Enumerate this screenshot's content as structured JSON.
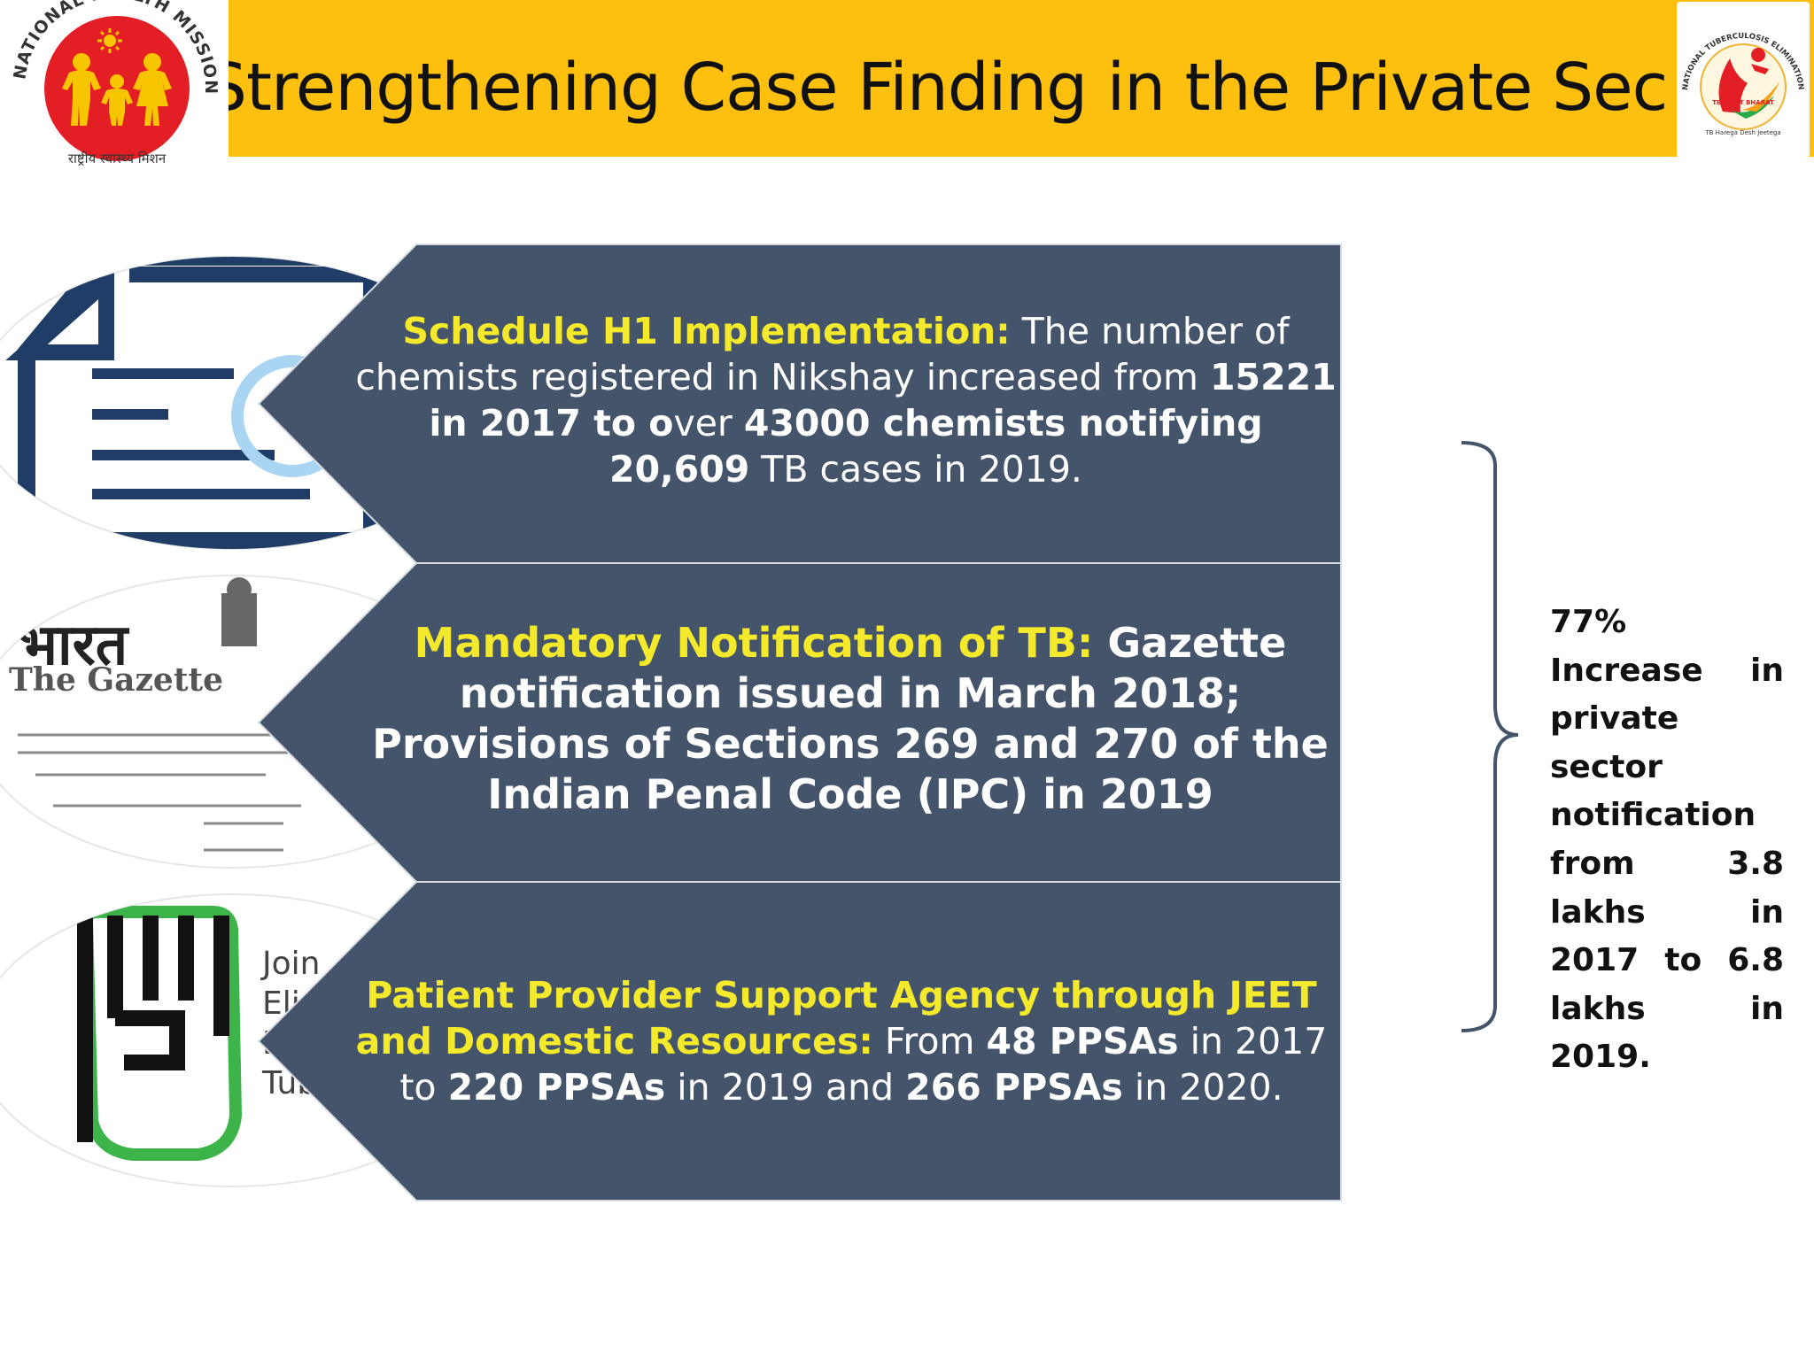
{
  "header": {
    "title": "Strengthening Case Finding in the Private Sector",
    "bar_color": "#fdc00f"
  },
  "logos": {
    "left": {
      "name": "national-health-mission-logo",
      "arc_text": "NATIONAL HEALTH MISSION",
      "caption": "राष्ट्रीय स्वास्थ्य मिशन"
    },
    "right": {
      "name": "ntep-logo",
      "arc_text": "NATIONAL TUBERCULOSIS ELIMINATION PROGRAMME",
      "ribbon": "TB MUKT BHARAT",
      "tagline": "TB Harega Desh Jeetega"
    }
  },
  "panels": [
    {
      "icon": "document-icon",
      "heading": "Schedule H1 Implementation:",
      "parts": [
        {
          "t": " The number of chemists registered in Nikshay increased from ",
          "b": false
        },
        {
          "t": "15221 in 2017 to o",
          "b": true
        },
        {
          "t": "ver ",
          "b": false
        },
        {
          "t": "43000 chemists notifying 20,609",
          "b": true
        },
        {
          "t": " TB cases in 2019.",
          "b": false
        }
      ]
    },
    {
      "icon": "gazette-icon",
      "gazette_text": [
        "भारत",
        "The Gazette"
      ],
      "heading": "Mandatory Notification of TB:",
      "parts": [
        {
          "t": " Gazette notification issued in March 2018; Provisions of Sections 269 and 270 of the Indian Penal Code (IPC) in 2019",
          "b": true
        }
      ]
    },
    {
      "icon": "jeet-hand-icon",
      "jeet_text": [
        "Join",
        "Eli",
        "E",
        "Tub"
      ],
      "heading": "Patient Provider Support Agency through JEET and Domestic Resources:",
      "parts": [
        {
          "t": " From ",
          "b": false
        },
        {
          "t": "48 PPSAs",
          "b": true
        },
        {
          "t": " in 2017 to ",
          "b": false
        },
        {
          "t": "220 PPSAs",
          "b": true
        },
        {
          "t": " in 2019 and ",
          "b": false
        },
        {
          "t": "266 PPSAs",
          "b": true
        },
        {
          "t": " in 2020.",
          "b": false
        }
      ]
    }
  ],
  "summary": {
    "lines": [
      "77% Increase in private sector notification from 3.8 lakhs in 2017 to 6.8 lakhs in 2019."
    ]
  },
  "colors": {
    "panel": "#44546a",
    "highlight": "#f5e92c",
    "logo_red": "#e31e24",
    "logo_yellow": "#f7c600",
    "doc_blue": "#1f3d66"
  }
}
